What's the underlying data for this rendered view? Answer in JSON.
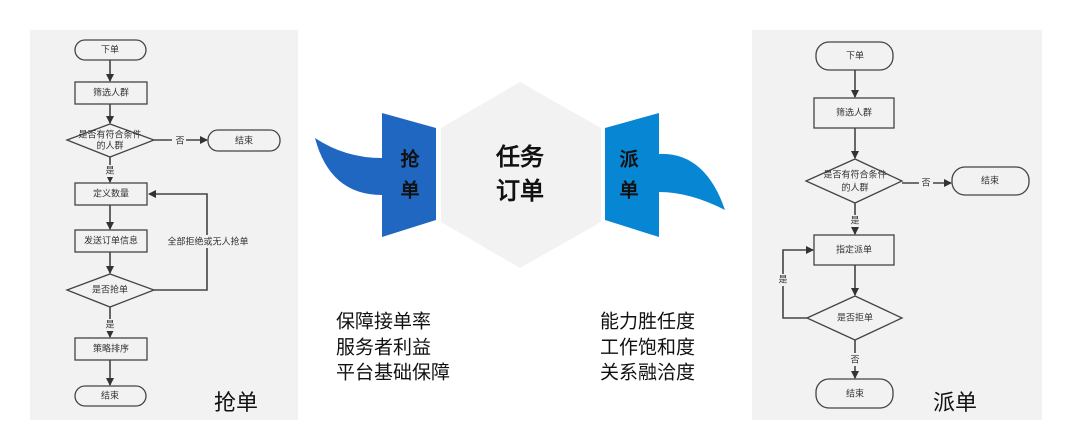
{
  "grab": {
    "title": "抢单",
    "start": "下单",
    "filter": "筛选人群",
    "decision1": [
      "是否有符合条件",
      "的人群"
    ],
    "no1": "否",
    "end1": "结束",
    "yes1": "是",
    "define": "定义数量",
    "send": "发送订单信息",
    "decision2": "是否抢单",
    "loop_label": "全部拒绝或无人抢单",
    "yes2": "是",
    "sort": "策略排序",
    "end2": "结束"
  },
  "center": {
    "title_line1": "任务",
    "title_line2": "订单",
    "left_wing": [
      "抢",
      "单"
    ],
    "right_wing": [
      "派",
      "单"
    ],
    "left_colors": {
      "wing": "#1f67c0"
    },
    "right_colors": {
      "wing": "#0786d3"
    },
    "left_points": [
      "保障接单率",
      "服务者利益",
      "平台基础保障"
    ],
    "right_points": [
      "能力胜任度",
      "工作饱和度",
      "关系融洽度"
    ]
  },
  "dispatch": {
    "title": "派单",
    "start": "下单",
    "filter": "筛选人群",
    "decision1": [
      "是否有符合条件",
      "的人群"
    ],
    "no1": "否",
    "end1": "结束",
    "yes1": "是",
    "assign": "指定派单",
    "decision2": "是否拒单",
    "loop_label": "是",
    "no2": "否",
    "end2": "结束"
  }
}
